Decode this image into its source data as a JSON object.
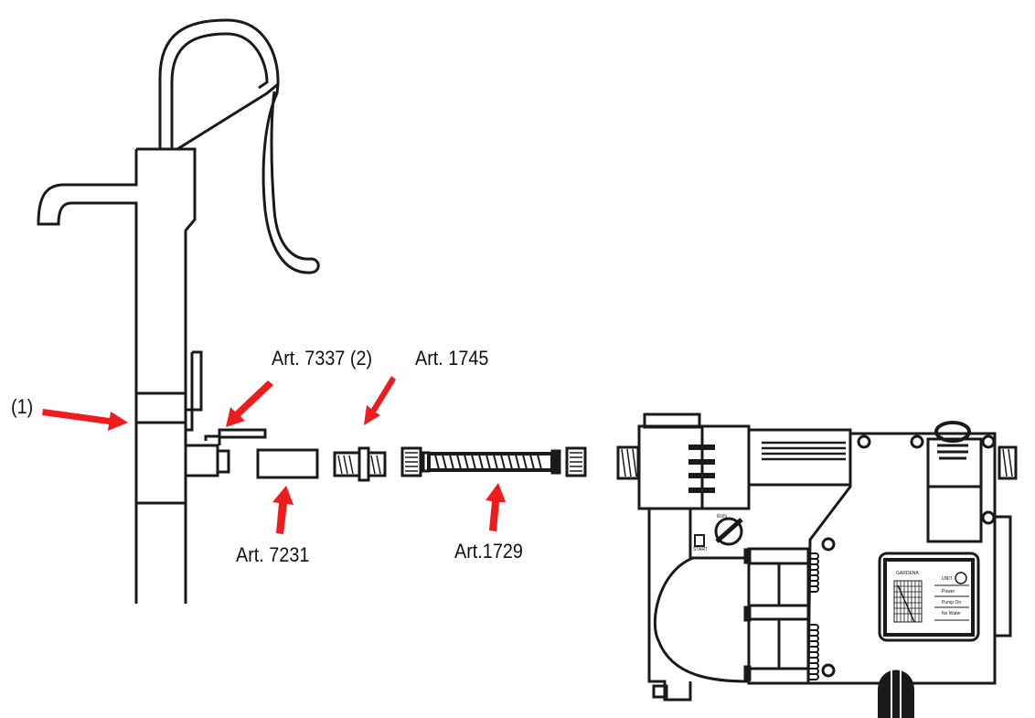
{
  "diagram": {
    "title": "Hand pump to garden pump connection",
    "arrow_color": "#ee1c1c",
    "line_color": "#1a1a1a",
    "labels": [
      {
        "id": "ref1",
        "text": "(1)"
      },
      {
        "id": "art7337",
        "text": "Art. 7337 (2)"
      },
      {
        "id": "art1745",
        "text": "Art. 1745"
      },
      {
        "id": "art7231",
        "text": "Art. 7231"
      },
      {
        "id": "art1729",
        "text": "Art.1729"
      }
    ],
    "pump_panel": {
      "run": "RUN",
      "start": "START",
      "brand": "GARDENA",
      "unit": "UNIT",
      "power": "Power",
      "pump_on": "Pump On",
      "no_water": "No Water"
    }
  }
}
